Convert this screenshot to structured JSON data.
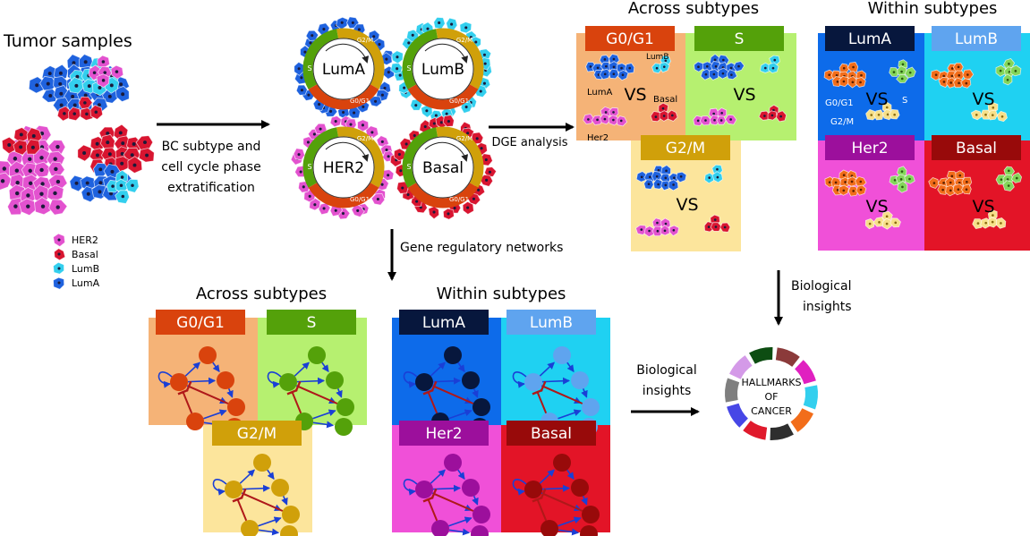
{
  "tumor": {
    "title": "Tumor samples",
    "legend": [
      {
        "label": "HER2",
        "color": "#e352cf"
      },
      {
        "label": "Basal",
        "color": "#d81530"
      },
      {
        "label": "LumB",
        "color": "#33cfee"
      },
      {
        "label": "LumA",
        "color": "#1f62de"
      }
    ]
  },
  "arrows": {
    "stratify": [
      "BC subtype and",
      "cell cycle phase",
      "extratification"
    ],
    "dge": "DGE analysis",
    "grn": "Gene regulatory networks",
    "bio_top": [
      "Biological",
      "insights"
    ],
    "bio_left": [
      "Biological",
      "insights"
    ]
  },
  "subtype_circles": [
    {
      "label": "LumA",
      "color": "#1f62de"
    },
    {
      "label": "LumB",
      "color": "#33cfee"
    },
    {
      "label": "HER2",
      "color": "#e352cf"
    },
    {
      "label": "Basal",
      "color": "#d81530"
    }
  ],
  "phase_labels": {
    "s": "S",
    "g2m": "G2/M",
    "g0g1": "G0/G1"
  },
  "dge_across": {
    "title": "Across subtypes",
    "panels": [
      {
        "label": "G0/G1",
        "head_color": "#d9430d",
        "bg": "#f5b377"
      },
      {
        "label": "S",
        "head_color": "#54a10a",
        "bg": "#b6f070"
      },
      {
        "label": "G2/M",
        "head_color": "#d0a00a",
        "bg": "#fce59c"
      }
    ],
    "cell_labels": {
      "luma": "LumA",
      "lumb": "LumB",
      "basal": "Basal",
      "her2": "Her2"
    },
    "vs": "VS"
  },
  "dge_within": {
    "title": "Within subtypes",
    "panels": [
      {
        "label": "LumA",
        "head_color": "#07173d",
        "bg": "#0d6bea"
      },
      {
        "label": "LumB",
        "head_color": "#5fa4ef",
        "bg": "#1fd1f2"
      },
      {
        "label": "Her2",
        "head_color": "#9c0f9c",
        "bg": "#f050d8"
      },
      {
        "label": "Basal",
        "head_color": "#980a0a",
        "bg": "#e31427"
      }
    ],
    "cell_labels": {
      "g0g1": "G0/G1",
      "s": "S",
      "g2m": "G2/M"
    },
    "vs": "VS"
  },
  "grn_across": {
    "title": "Across subtypes",
    "panels": [
      {
        "label": "G0/G1",
        "head_color": "#d9430d",
        "bg": "#f5b377",
        "node": "#d9430d"
      },
      {
        "label": "S",
        "head_color": "#54a10a",
        "bg": "#b6f070",
        "node": "#54a10a"
      },
      {
        "label": "G2/M",
        "head_color": "#d0a00a",
        "bg": "#fce59c",
        "node": "#d0a00a"
      }
    ]
  },
  "grn_within": {
    "title": "Within subtypes",
    "panels": [
      {
        "label": "LumA",
        "head_color": "#07173d",
        "bg": "#0d6bea",
        "node": "#07173d"
      },
      {
        "label": "LumB",
        "head_color": "#5fa4ef",
        "bg": "#1fd1f2",
        "node": "#5fa4ef"
      },
      {
        "label": "Her2",
        "head_color": "#9c0f9c",
        "bg": "#f050d8",
        "node": "#9c0f9c"
      },
      {
        "label": "Basal",
        "head_color": "#980a0a",
        "bg": "#e31427",
        "node": "#980a0a"
      }
    ]
  },
  "hallmarks": {
    "label": [
      "HALLMARKS",
      "OF",
      "CANCER"
    ],
    "segment_colors": [
      "#0d4d12",
      "#8b3a3a",
      "#e020c0",
      "#33cfee",
      "#f26d1a",
      "#2e2e2e",
      "#e01a2c",
      "#4747e6",
      "#7f7f7f",
      "#d49ae8"
    ]
  },
  "colors": {
    "cell_g0g1": "#f26d1a",
    "cell_s": "#84d65a",
    "cell_g2m": "#f7e08a",
    "activation": "#1a3fd6",
    "repression": "#b01818"
  }
}
